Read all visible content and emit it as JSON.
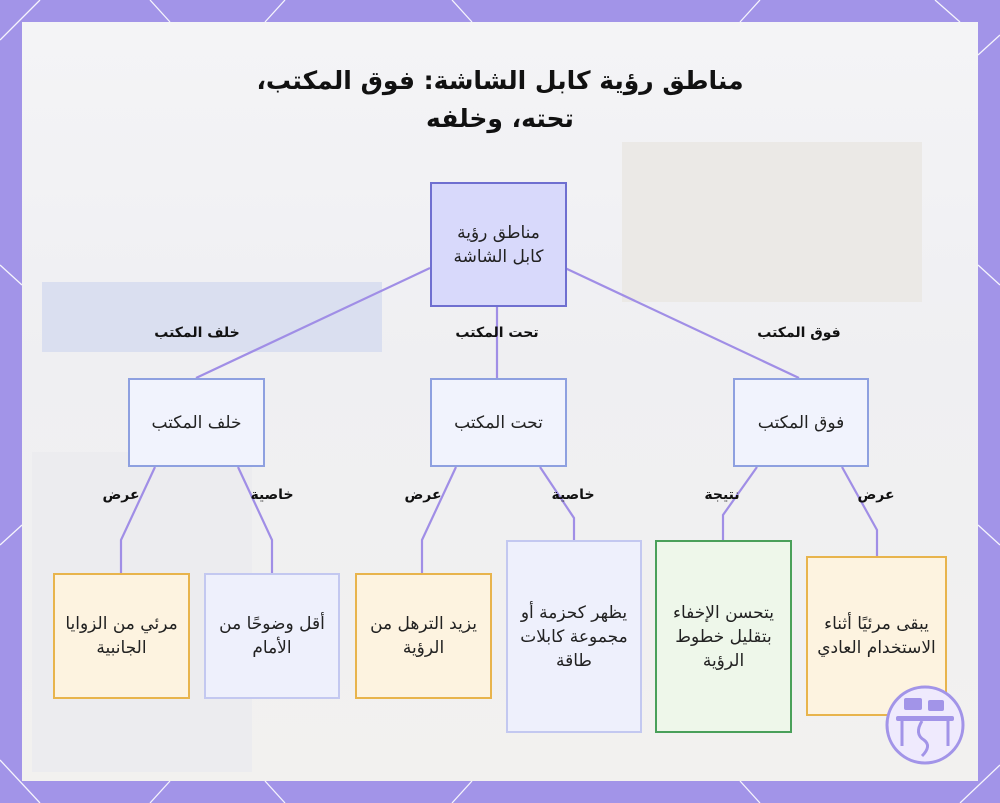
{
  "title": "مناطق رؤية كابل الشاشة: فوق المكتب، تحته، وخلفه",
  "nodes": {
    "root": "مناطق رؤية كابل الشاشة",
    "behind": "خلف المكتب",
    "under": "تحت المكتب",
    "above": "فوق المكتب",
    "behind_side": "مرئي من الزوايا الجانبية",
    "behind_front": "أقل وضوحًا من الأمام",
    "under_sag": "يزيد الترهل من الرؤية",
    "under_bundle": "يظهر كحزمة أو مجموعة كابلات طاقة",
    "above_hide": "يتحسن الإخفاء بتقليل خطوط الرؤية",
    "above_visible": "يبقى مرئيًا أثناء الاستخدام العادي"
  },
  "edge_labels": {
    "root_behind": "خلف المكتب",
    "root_under": "تحت المكتب",
    "root_above": "فوق المكتب",
    "behind_side": "عرض",
    "behind_front": "خاصية",
    "under_sag": "عرض",
    "under_bundle": "خاصية",
    "above_hide": "نتيجة",
    "above_visible": "عرض"
  },
  "colors": {
    "frame": "#a294e8",
    "edge": "#a08ee6",
    "root_fill": "#d8d9fb",
    "leaf_orange_border": "#e8b44c",
    "leaf_green_border": "#4aa05a"
  }
}
